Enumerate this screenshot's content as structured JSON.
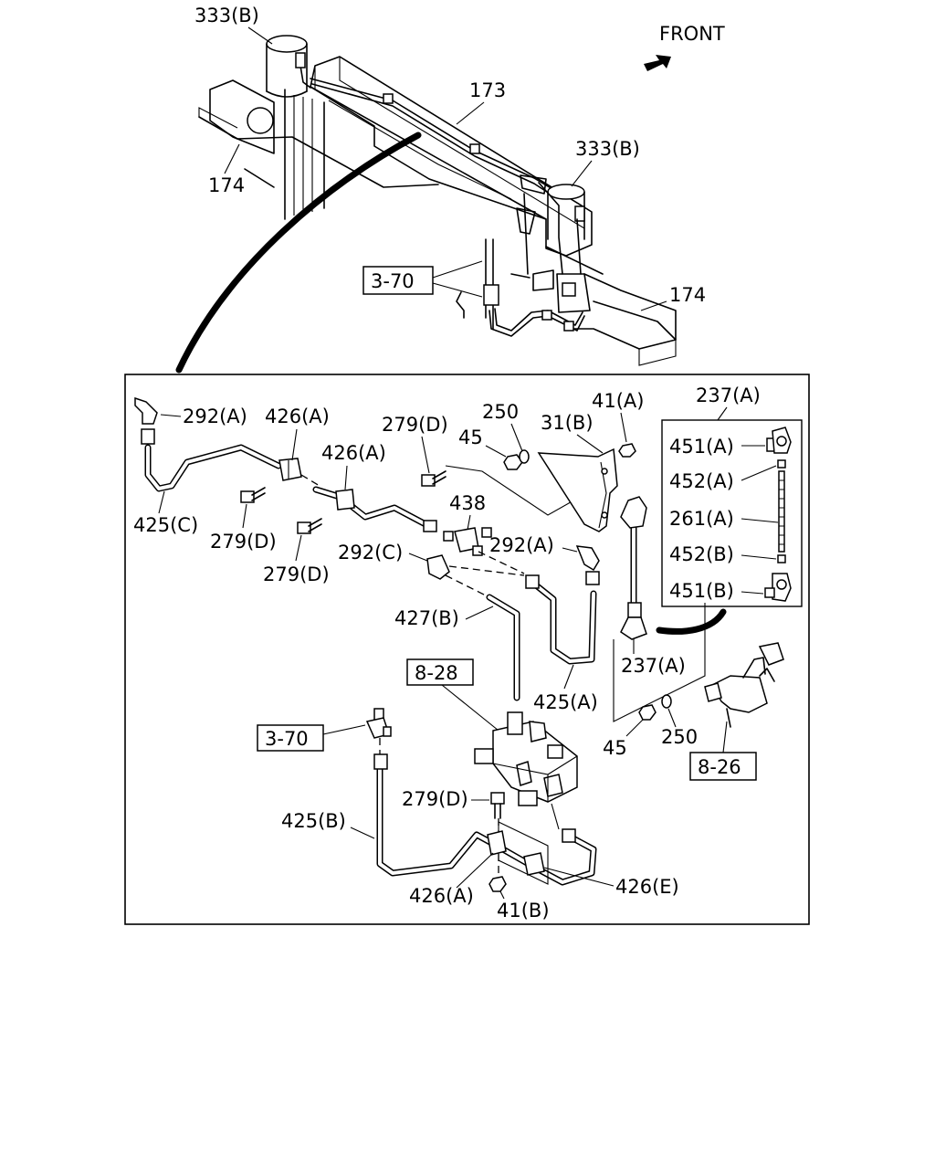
{
  "front_label": "FRONT",
  "refs": {
    "r370_top": "3-70",
    "r370_bottom": "3-70",
    "r828": "8-28",
    "r826": "8-26"
  },
  "callouts": {
    "c333b_top": "333(B)",
    "c173": "173",
    "c333b_right": "333(B)",
    "c174_left": "174",
    "c174_right": "174",
    "c292a_1": "292(A)",
    "c426a_1": "426(A)",
    "c279d_1": "279(D)",
    "c250_1": "250",
    "c31b": "31(B)",
    "c41a": "41(A)",
    "c237a_box": "237(A)",
    "c45_1": "45",
    "c426a_2": "426(A)",
    "c438": "438",
    "c425c": "425(C)",
    "c279d_2": "279(D)",
    "c279d_3": "279(D)",
    "c292c": "292(C)",
    "c292a_2": "292(A)",
    "c427b": "427(B)",
    "c425a": "425(A)",
    "c237a_2": "237(A)",
    "c45_2": "45",
    "c250_2": "250",
    "c451a": "451(A)",
    "c452a": "452(A)",
    "c261a": "261(A)",
    "c452b": "452(B)",
    "c451b": "451(B)",
    "c279d_4": "279(D)",
    "c425b": "425(B)",
    "c426a_3": "426(A)",
    "c426e": "426(E)",
    "c41b": "41(B)"
  }
}
